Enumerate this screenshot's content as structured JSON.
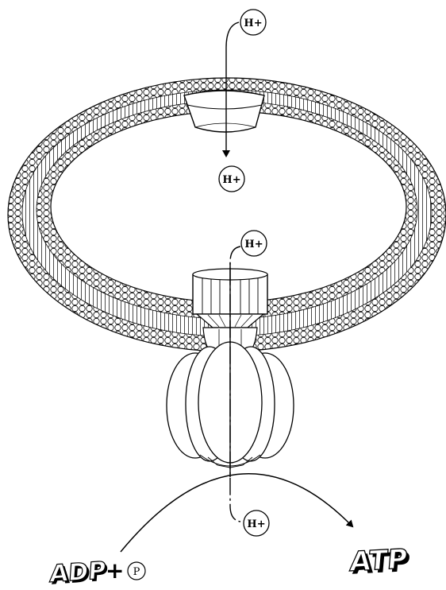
{
  "diagram": {
    "ions": {
      "top_outside": "H+",
      "top_inside": "H+",
      "synthase_inside": "H+",
      "synthase_outside": "H+"
    },
    "reaction": {
      "reactant": "ADP",
      "plus": "+",
      "phosphate": "P",
      "product": "ATP"
    }
  }
}
